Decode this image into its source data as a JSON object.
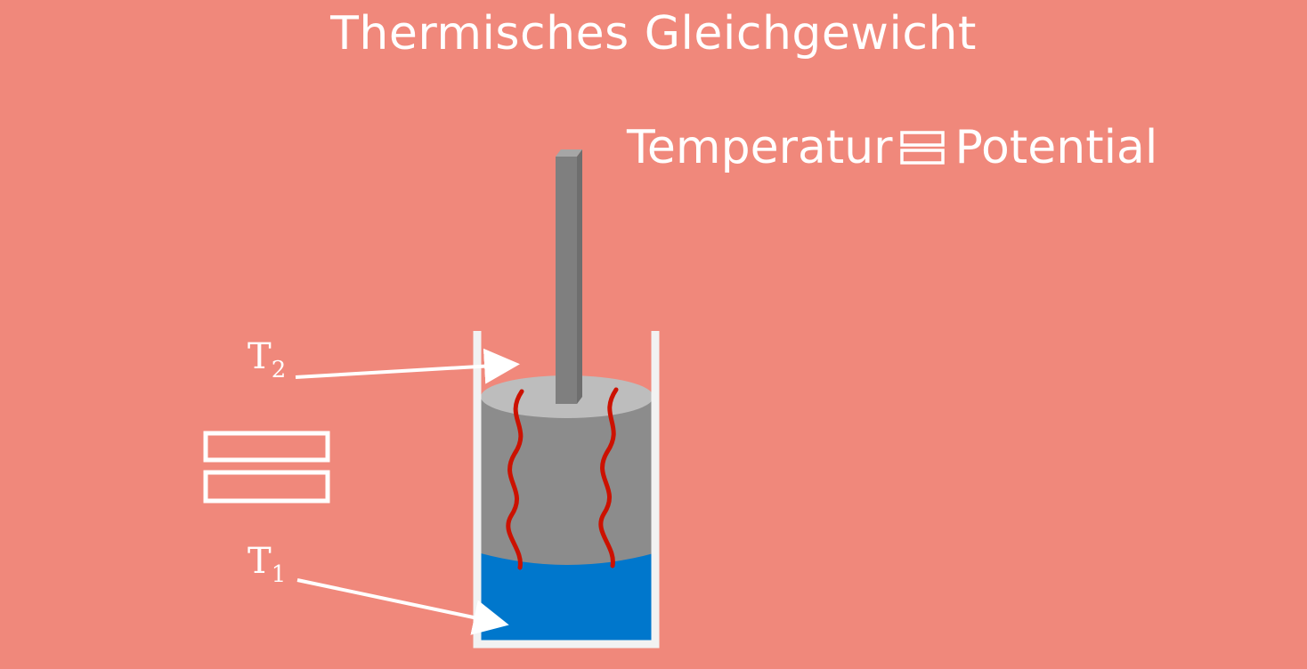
{
  "title": "Thermisches Gleichgewicht",
  "statement": {
    "left": "Temperatur",
    "symbol": "equals-icon",
    "right": "Potential"
  },
  "labels": {
    "t2": {
      "base": "T",
      "sub": "2"
    },
    "t1": {
      "base": "T",
      "sub": "1"
    }
  },
  "colors": {
    "background": "#f0887b",
    "water": "#0077cc",
    "body": "#8c8c8c",
    "body_top": "#bdbdbd",
    "rod": "#7f7f7f",
    "heat_lines": "#cc1100",
    "container_wall": "#f2f2f2",
    "text": "#ffffff"
  }
}
